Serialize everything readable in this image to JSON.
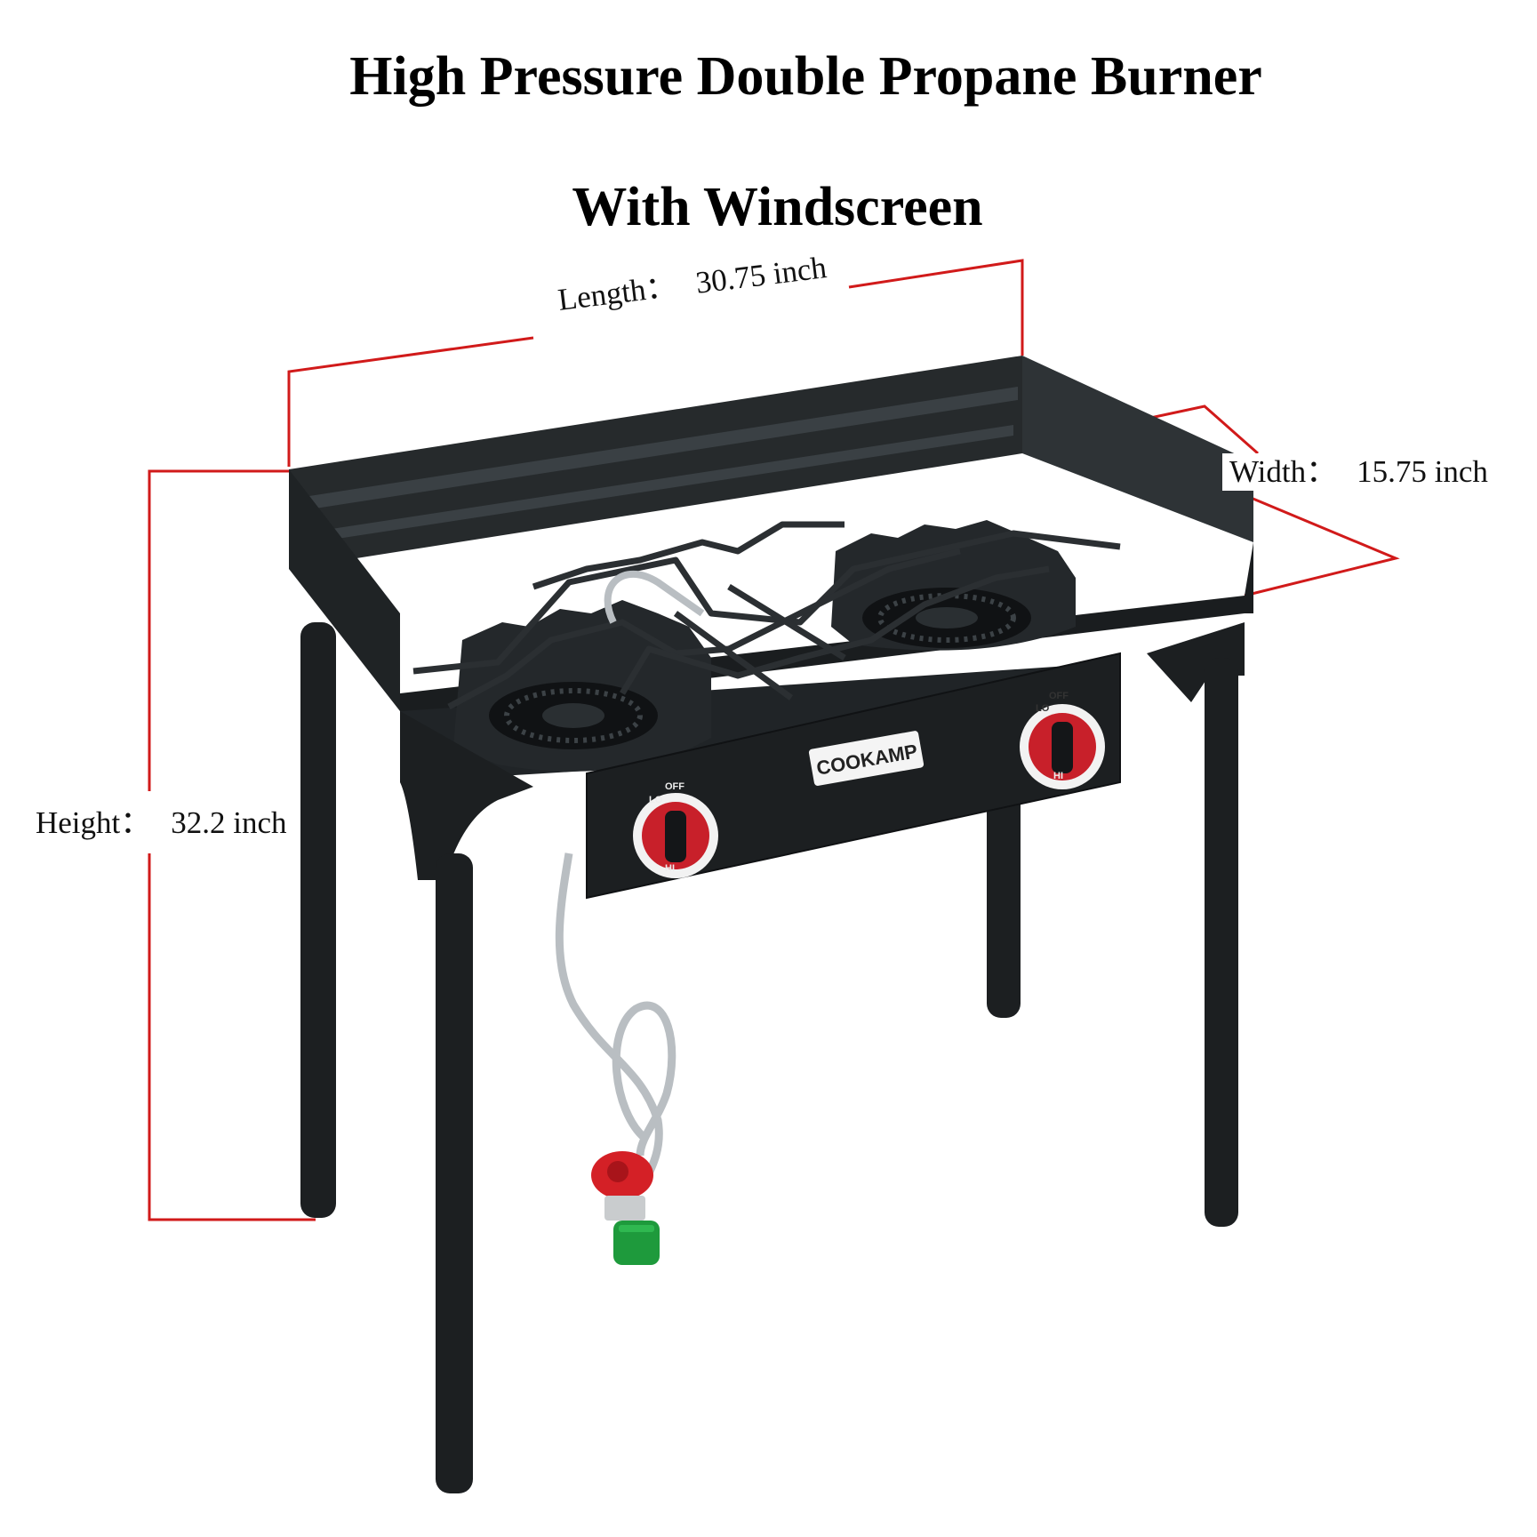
{
  "title": {
    "line1": "High Pressure Double Propane Burner",
    "line2": "With Windscreen"
  },
  "dimensions": {
    "length": {
      "label": "Length：",
      "value": "30.75 inch"
    },
    "width": {
      "label": "Width：",
      "value": "15.75 inch"
    },
    "height": {
      "label": "Height：",
      "value": "32.2 inch"
    }
  },
  "brand": {
    "logo_text": "COOKAMP"
  },
  "knobs": {
    "left": {
      "off": "OFF",
      "lo": "LO",
      "hi": "HI"
    },
    "right": {
      "off": "OFF",
      "lo": "LO",
      "hi": "HI"
    }
  },
  "colors": {
    "dimension_line": "#d11a1a",
    "stove_body": "#1a1d1f",
    "knob_red": "#c8202a",
    "regulator_red": "#d42026",
    "fitting_green": "#1e9a3c"
  }
}
